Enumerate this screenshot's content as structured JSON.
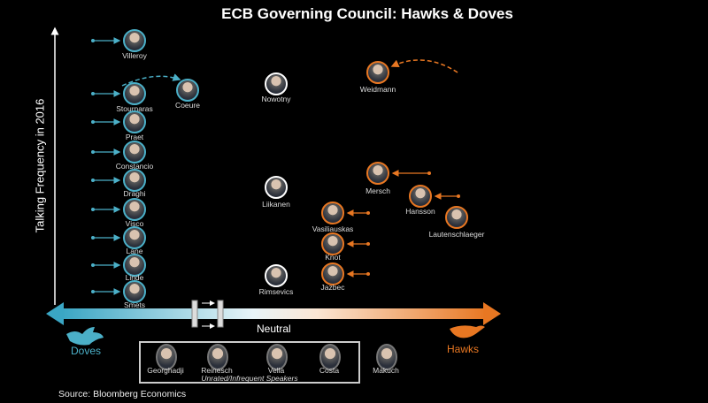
{
  "title": "ECB Governing Council: Hawks & Doves",
  "y_axis_label": "Talking  Frequency  in  2016",
  "x_axis": {
    "left": "Doves",
    "center": "Neutral",
    "right": "Hawks"
  },
  "colors": {
    "dove": "#4bb0c8",
    "hawk": "#e87722",
    "neutral": "#ffffff"
  },
  "members": [
    {
      "name": "Villeroy",
      "stance": "dove"
    },
    {
      "name": "Stournaras",
      "stance": "dove"
    },
    {
      "name": "Coeure",
      "stance": "dove"
    },
    {
      "name": "Nowotny",
      "stance": "neutral"
    },
    {
      "name": "Weidmann",
      "stance": "hawk"
    },
    {
      "name": "Praet",
      "stance": "dove"
    },
    {
      "name": "Constancio",
      "stance": "dove"
    },
    {
      "name": "Draghi",
      "stance": "dove"
    },
    {
      "name": "Liikanen",
      "stance": "neutral"
    },
    {
      "name": "Mersch",
      "stance": "hawk"
    },
    {
      "name": "Hansson",
      "stance": "hawk"
    },
    {
      "name": "Lautenschlaeger",
      "stance": "hawk"
    },
    {
      "name": "Visco",
      "stance": "dove"
    },
    {
      "name": "Vasiliauskas",
      "stance": "hawk"
    },
    {
      "name": "Lane",
      "stance": "dove"
    },
    {
      "name": "Knot",
      "stance": "hawk"
    },
    {
      "name": "Linde",
      "stance": "dove"
    },
    {
      "name": "Jazbec",
      "stance": "hawk"
    },
    {
      "name": "Rimsevics",
      "stance": "neutral"
    },
    {
      "name": "Smets",
      "stance": "dove"
    }
  ],
  "unrated": {
    "caption": "Unrated/Infrequent Speakers",
    "members": [
      "Georghadji",
      "Reinesch",
      "Vella",
      "Costa",
      "Makuch"
    ]
  },
  "source": "Source: Bloomberg Economics"
}
